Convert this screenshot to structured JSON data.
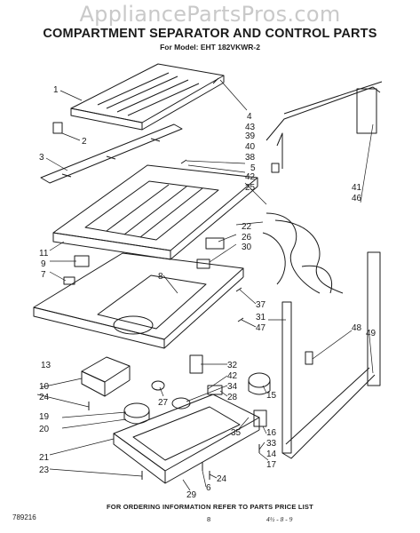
{
  "watermark": "AppliancePartsPros.com",
  "title": "COMPARTMENT SEPARATOR AND CONTROL PARTS",
  "subtitle": "For Model: EHT 182VKWR-2",
  "footer": {
    "code": "789216",
    "order_note": "FOR ORDERING INFORMATION REFER TO PARTS PRICE LIST",
    "page": "8",
    "handwritten": "4½ - 8 - 9"
  },
  "callouts": [
    "1",
    "2",
    "3",
    "4",
    "43",
    "39",
    "40",
    "38",
    "5",
    "42",
    "25",
    "41",
    "46",
    "22",
    "26",
    "30",
    "11",
    "9",
    "7",
    "8",
    "37",
    "31",
    "47",
    "48",
    "49",
    "13",
    "10",
    "24",
    "19",
    "20",
    "27",
    "32",
    "42",
    "34",
    "28",
    "15",
    "16",
    "33",
    "14",
    "17",
    "35",
    "21",
    "23",
    "24",
    "6",
    "29"
  ],
  "colors": {
    "ink": "#1a1a1a",
    "watermark": "#c9c9c9",
    "background": "#ffffff"
  }
}
